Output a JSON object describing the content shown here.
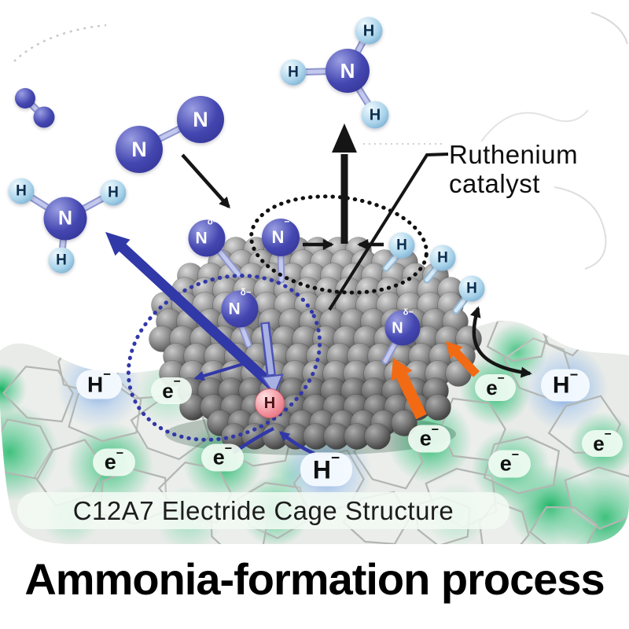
{
  "title": "Ammonia-formation process",
  "cage_banner": "C12A7 Electride Cage Structure",
  "catalyst_label": {
    "line1": "Ruthenium",
    "line2": "catalyst"
  },
  "labels": {
    "nitrogen": "N",
    "hydrogen": "H",
    "n_delta_base": "N",
    "n_delta_sup": "δ−",
    "n_minus_base": "N",
    "n_minus_sup": "−",
    "h_minus_base": "H",
    "h_minus_sup": "−",
    "electron_base": "e",
    "electron_sup": "−"
  },
  "colors": {
    "nitrogen-blue": "#4447b0",
    "hydrogen-blue": "#a9d3ea",
    "hydride-pink": "#f2949f",
    "arrow-blue": "#3138a8",
    "arrow-orange": "#f26a14",
    "cage-green": "#12b35f",
    "ion-glow-blue": "#5f83d4",
    "ruthenium-gray": "#8b8b8b",
    "banner-bg": "#f2faf3",
    "text-black": "#111111"
  }
}
